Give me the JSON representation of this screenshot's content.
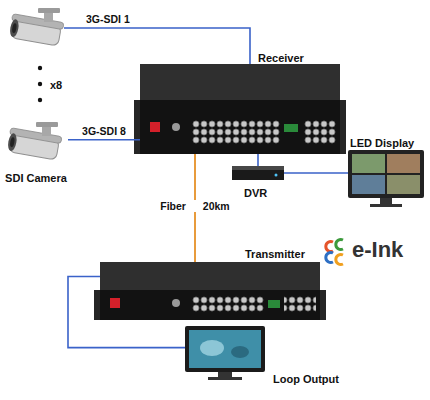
{
  "diagram": {
    "nodes": [
      {
        "text": [
          "Receiver"
        ]
      },
      {
        "text": [
          "SDI Camera"
        ]
      },
      {
        "text": [
          "DVR"
        ]
      },
      {
        "text": [
          "LED Display"
        ]
      },
      {
        "text": [
          "Transmitter"
        ]
      },
      {
        "text": [
          "Loop Output"
        ]
      }
    ],
    "edges": [
      {
        "from": 1,
        "to": 0,
        "label": "3G-SDI 8",
        "arrow": "none"
      },
      {
        "from": 0,
        "to": 2,
        "arrow": "none"
      },
      {
        "from": 2,
        "to": 3,
        "arrow": "none"
      },
      {
        "from": 4,
        "to": 0,
        "label": "Fiber 20km",
        "arrow": "none"
      },
      {
        "from": 4,
        "to": 5,
        "arrow": "none"
      }
    ],
    "labels": [
      "3G-SDI 1",
      "x8",
      "e-Ink"
    ]
  }
}
